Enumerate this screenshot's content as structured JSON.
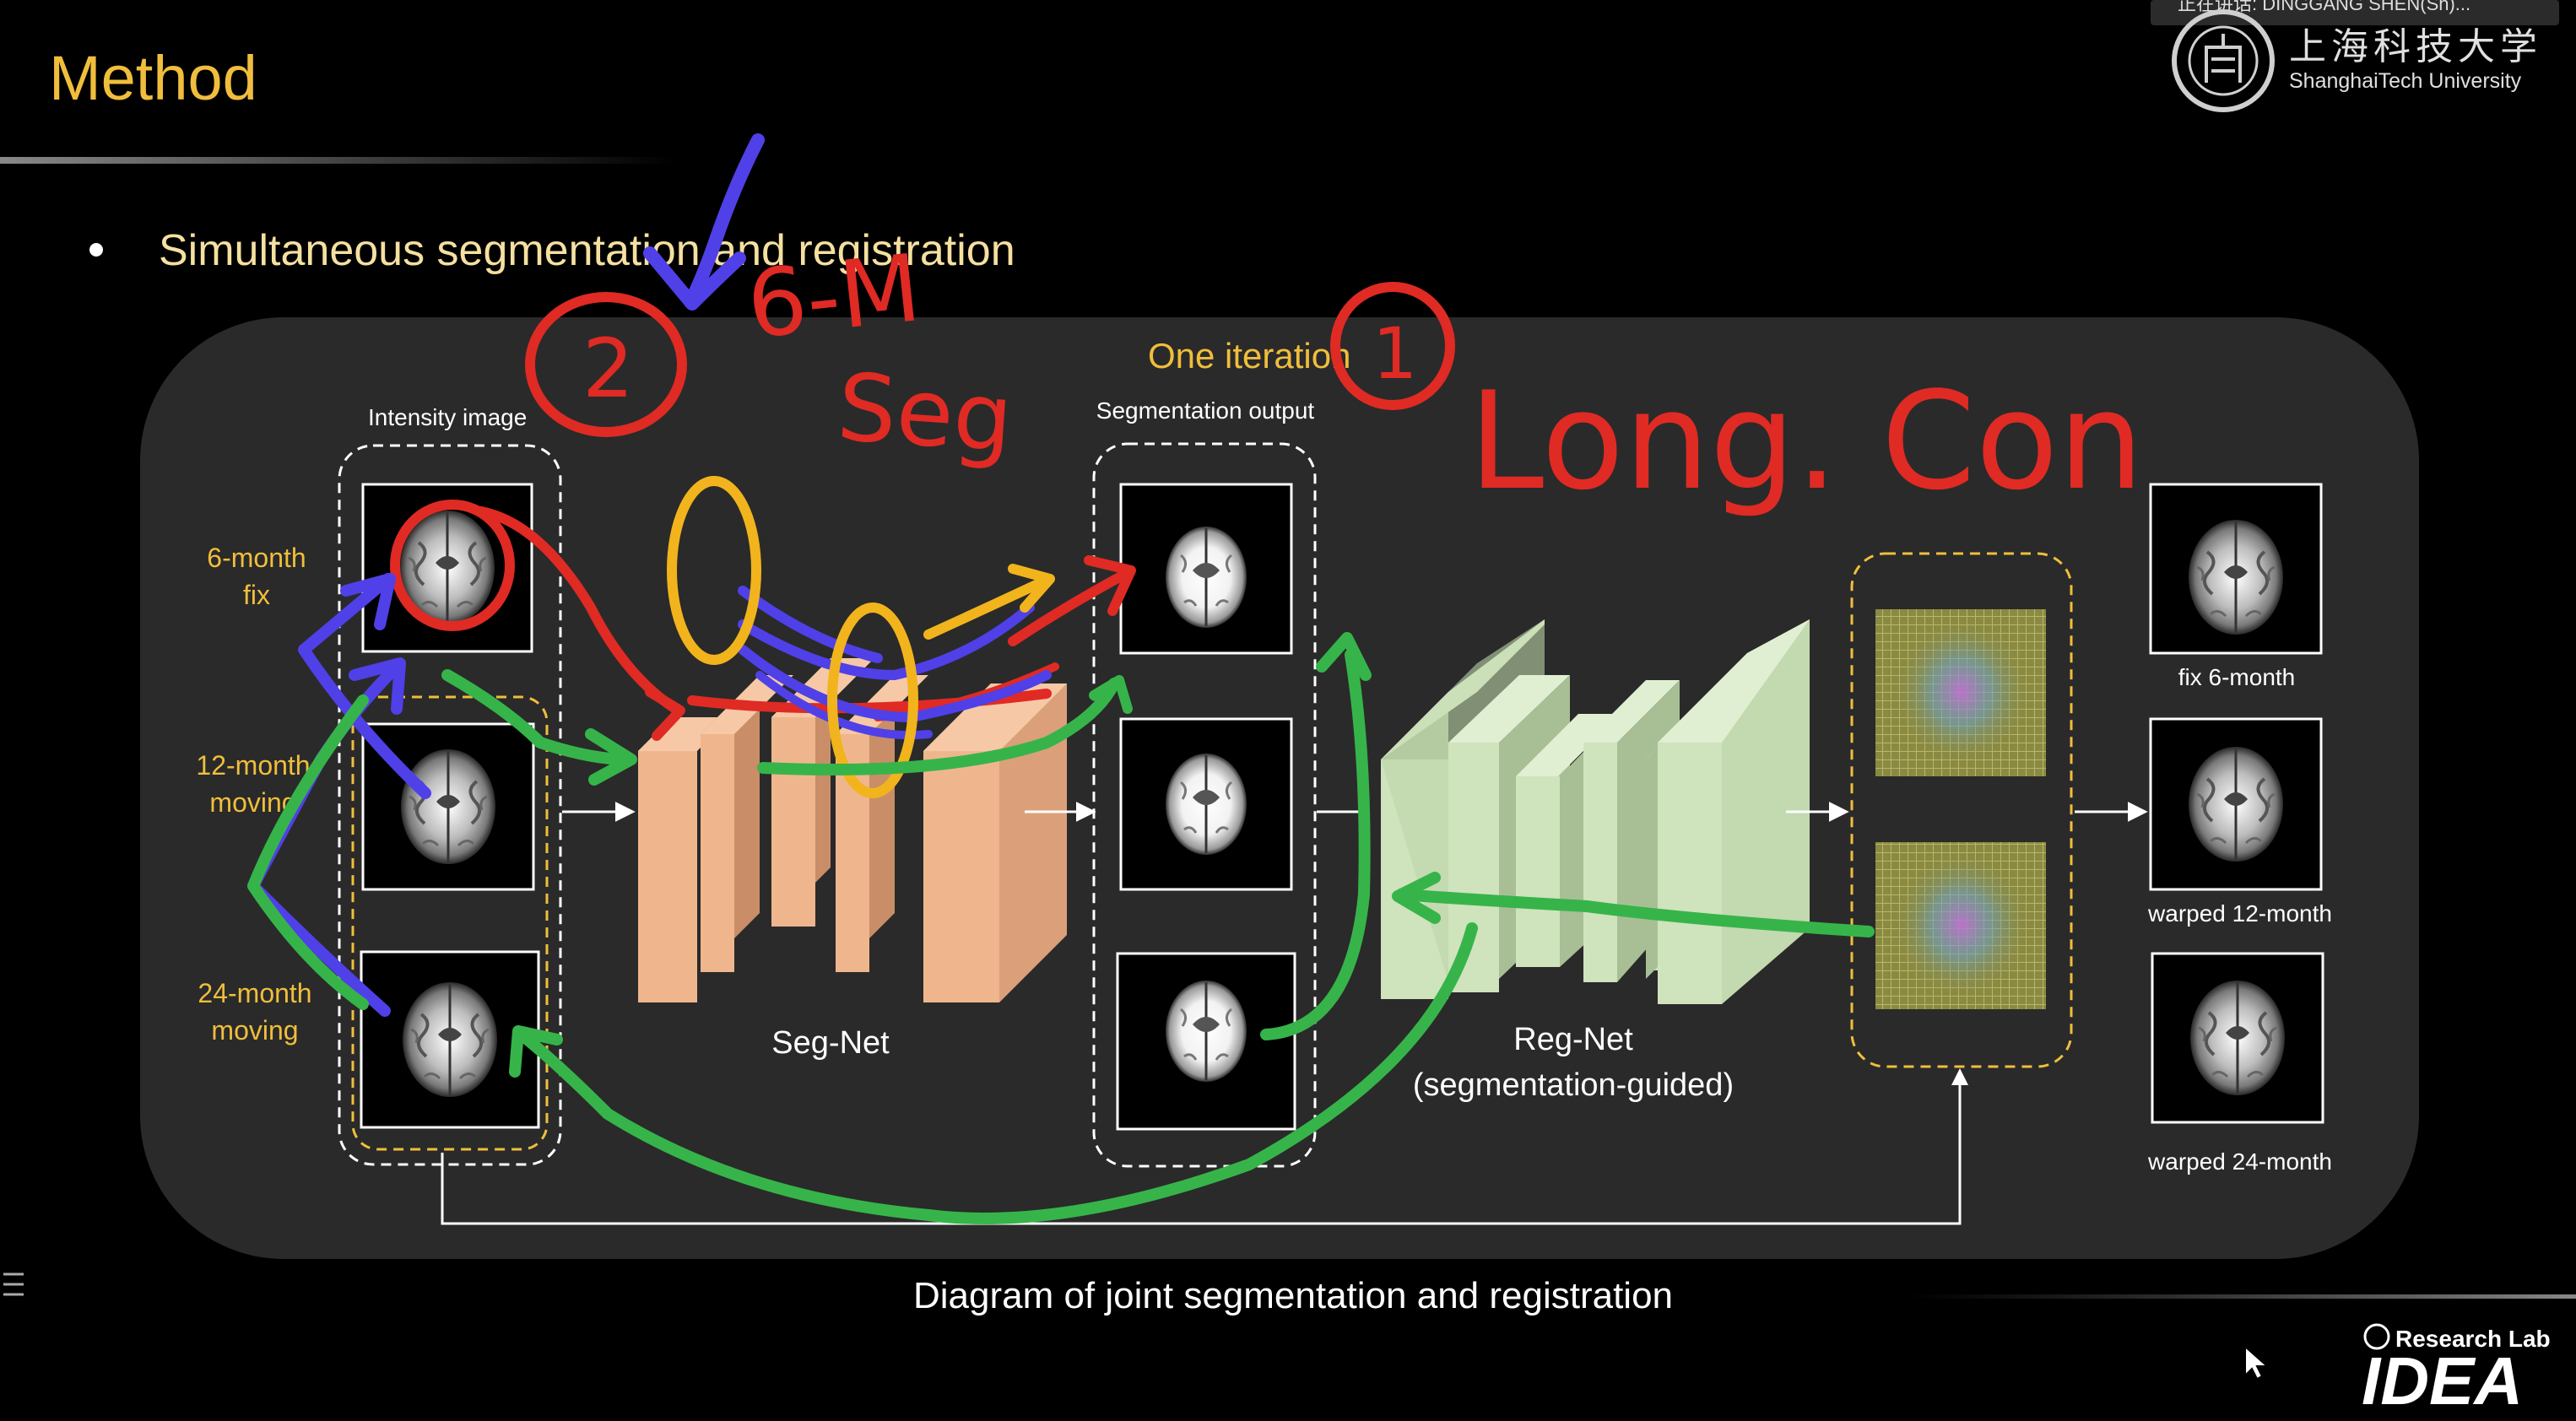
{
  "slide": {
    "title": "Method",
    "bullet": "Simultaneous segmentation and registration",
    "caption": "Diagram of joint segmentation and registration"
  },
  "diagram": {
    "group_title": "One iteration",
    "intensity_label": "Intensity image",
    "seg_output_label": "Segmentation output",
    "seg_net_label": "Seg-Net",
    "reg_net_label_line1": "Reg-Net",
    "reg_net_label_line2": "(segmentation-guided)",
    "inputs": [
      {
        "line1": "6-month",
        "line2": "fix"
      },
      {
        "line1": "12-month",
        "line2": "moving"
      },
      {
        "line1": "24-month",
        "line2": "moving"
      }
    ],
    "outputs": [
      "fix 6-month",
      "warped 12-month",
      "warped 24-month"
    ]
  },
  "annotations": {
    "circle_2": "2",
    "circle_1": "1",
    "note_6m_line1": "6-M",
    "note_6m_line2": "Seg",
    "note_long": "Long. Con"
  },
  "header": {
    "university_cn": "上海科技大学",
    "university_en": "ShanghaiTech University",
    "top_bar_text": "正在讲话: DINGGANG SHEN(Sh)..."
  },
  "footer": {
    "lab_line1": "Research Lab",
    "lab_line2": "IDEA"
  },
  "colors": {
    "accent_gold": "#f0be3c",
    "annotation_red": "#e02a24",
    "annotation_blue": "#5040e8",
    "annotation_green": "#36b44a",
    "annotation_yellow": "#f2b41c",
    "panel_bg": "#2a2a2a",
    "segnet_fill": "#e8b08a",
    "regnet_fill": "#cfe3bd"
  }
}
